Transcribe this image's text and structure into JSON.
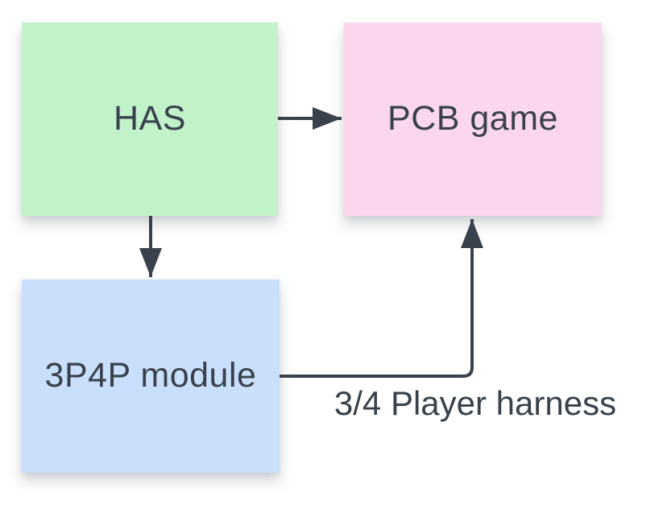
{
  "diagram": {
    "nodes": [
      {
        "id": "has",
        "label": "HAS",
        "color": "#c2f2ca"
      },
      {
        "id": "pcb-game",
        "label": "PCB game",
        "color": "#fbd7ef"
      },
      {
        "id": "3p4p-module",
        "label": "3P4P module",
        "color": "#cadffb"
      }
    ],
    "connectors": [
      {
        "from": "has",
        "to": "pcb-game",
        "label": ""
      },
      {
        "from": "has",
        "to": "3p4p-module",
        "label": ""
      },
      {
        "from": "3p4p-module",
        "to": "pcb-game",
        "label": "3/4 Player harness"
      }
    ]
  },
  "colors": {
    "canvas-bg": "#ffffff",
    "ink": "#39424c",
    "note-green": "#c2f2ca",
    "note-pink": "#fbd7ef",
    "note-blue": "#cadffb"
  }
}
